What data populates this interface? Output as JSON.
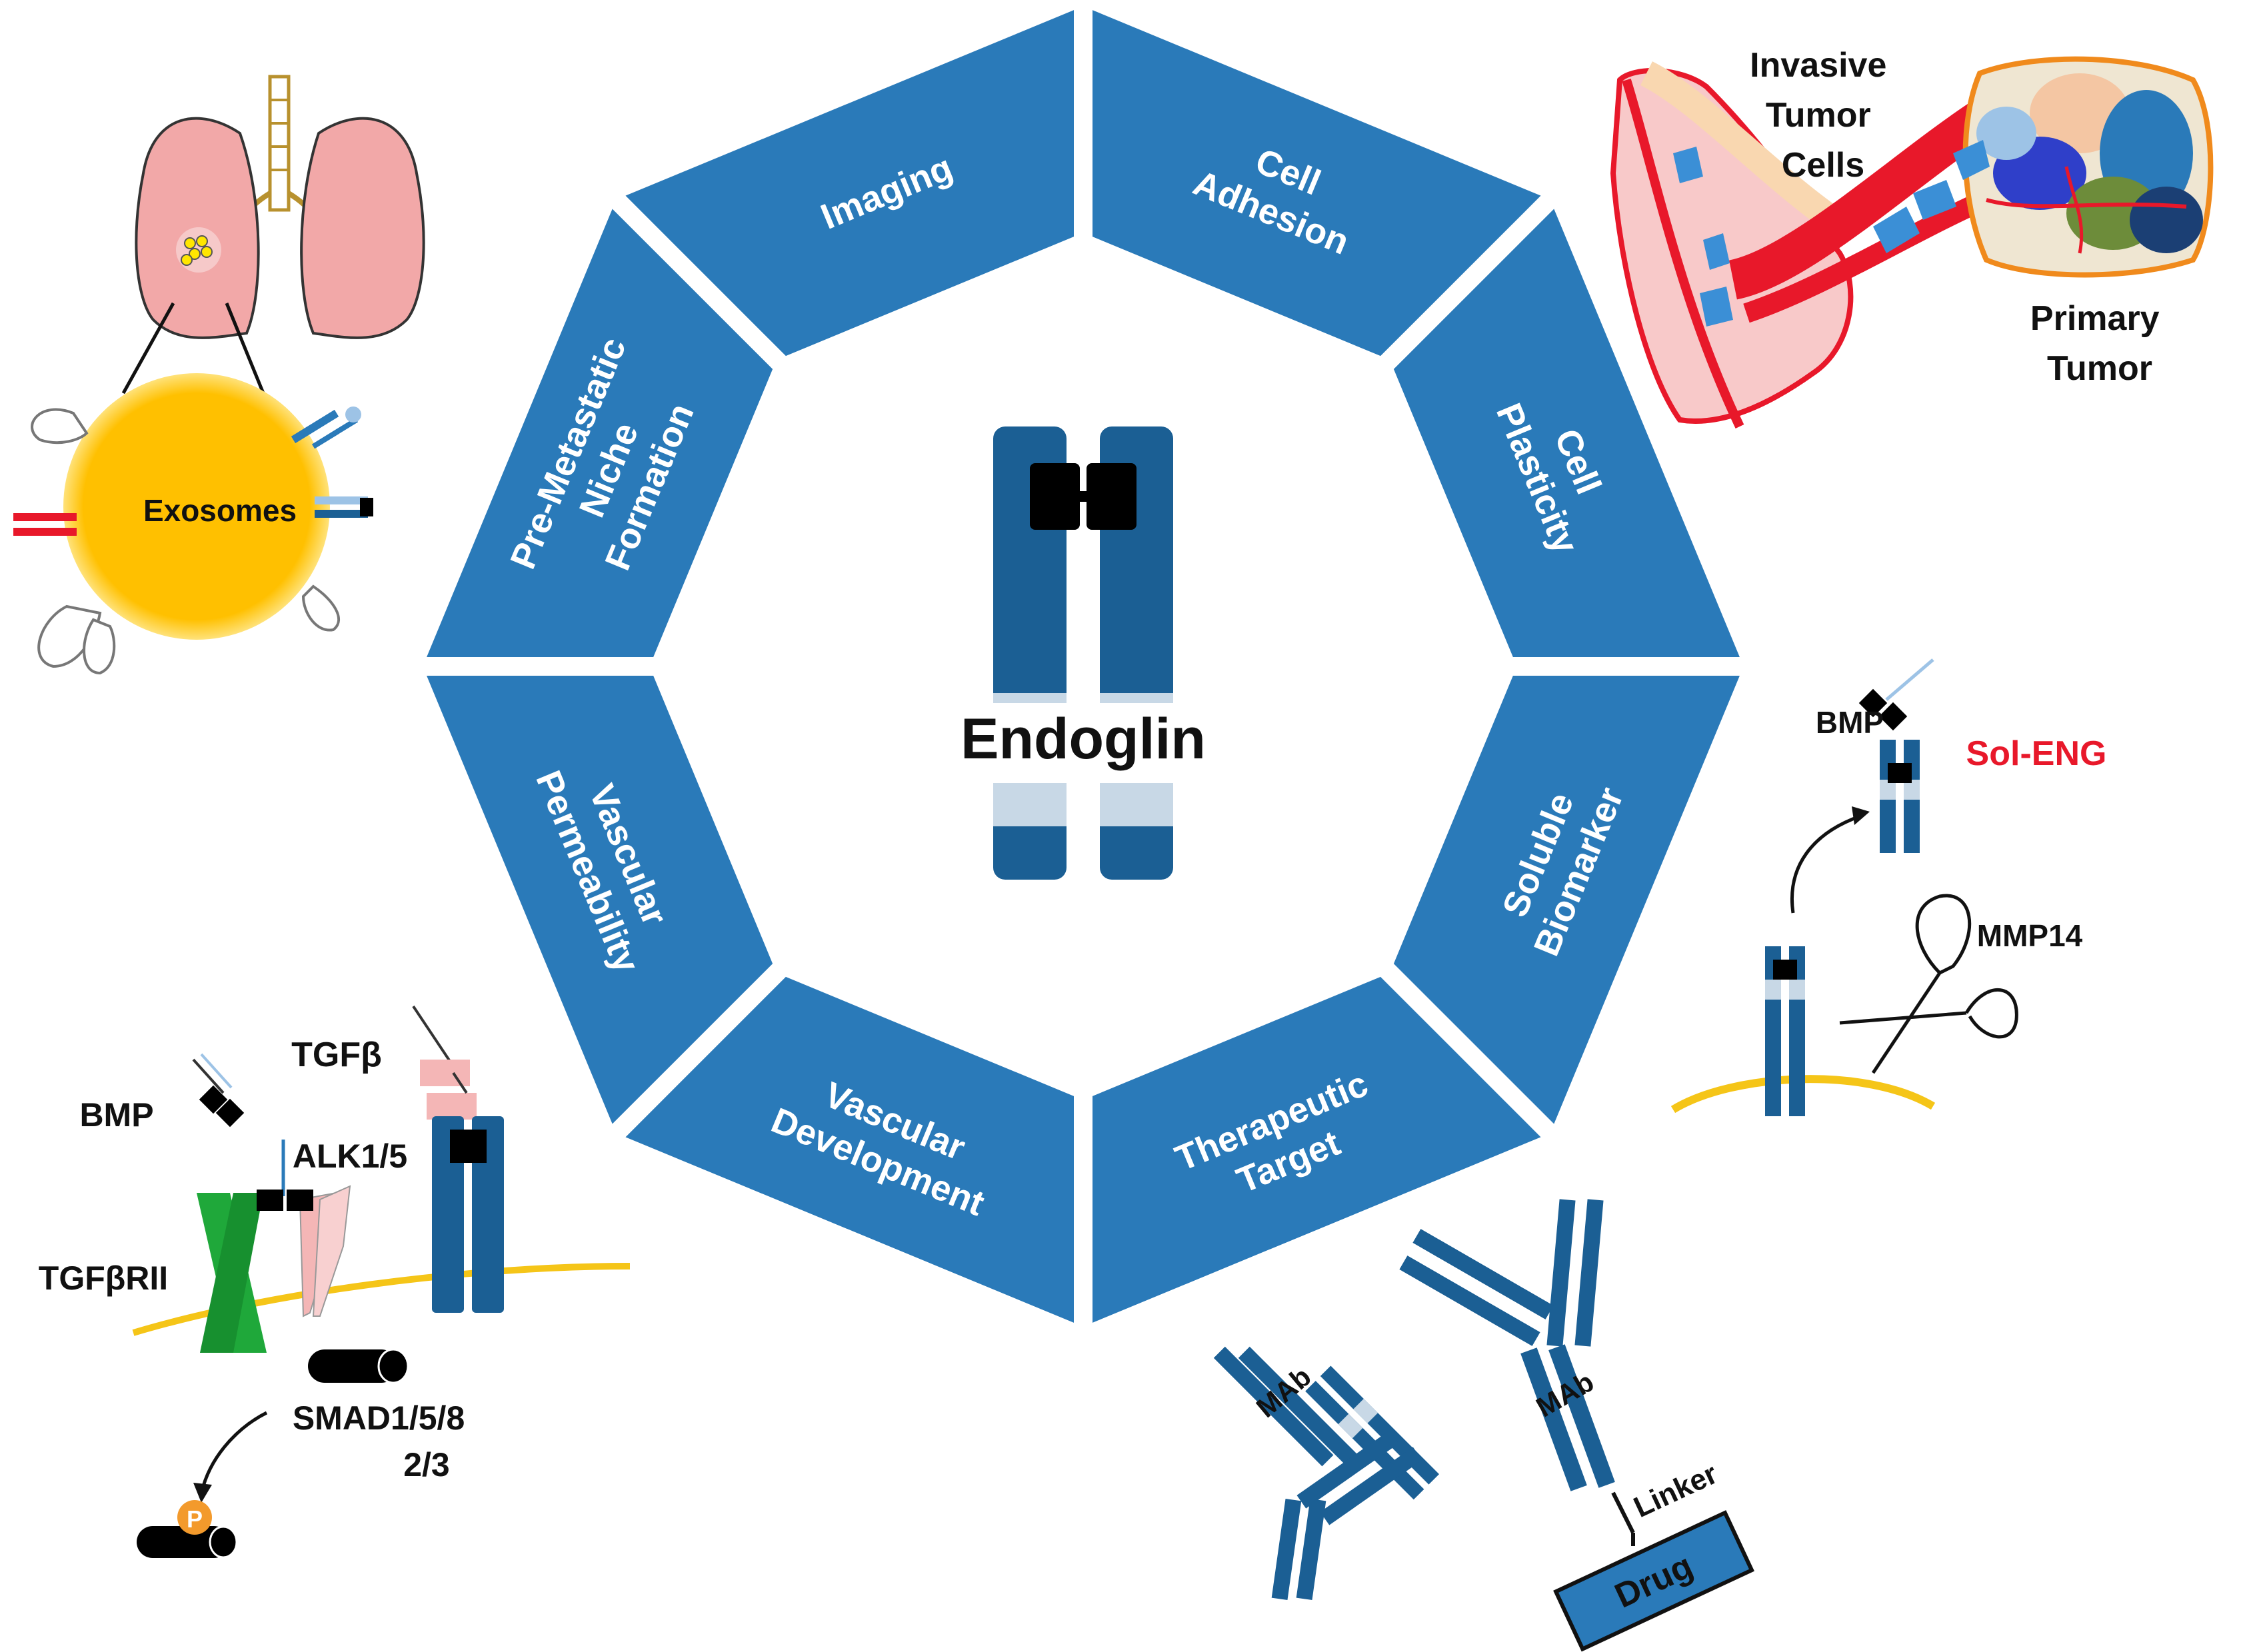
{
  "center": {
    "label": "Endoglin"
  },
  "segments": [
    {
      "lines": [
        "Cell",
        "Adhesion"
      ]
    },
    {
      "lines": [
        "Cell",
        "Plasticity"
      ]
    },
    {
      "lines": [
        "Soluble",
        "Biomarker"
      ]
    },
    {
      "lines": [
        "Therapeutic",
        "Target"
      ]
    },
    {
      "lines": [
        "Vascular",
        "Development"
      ]
    },
    {
      "lines": [
        "Vascular",
        "Permeability"
      ]
    },
    {
      "lines": [
        "Pre-Metastatic",
        "Niche",
        "Formation"
      ]
    },
    {
      "lines": [
        "Imaging"
      ]
    }
  ],
  "exosomes": {
    "label": "Exosomes"
  },
  "tumor": {
    "invasive": [
      "Invasive",
      "Tumor",
      "Cells"
    ],
    "primary": [
      "Primary",
      "Tumor"
    ]
  },
  "soluble": {
    "bmp": "BMP",
    "sol_eng": "Sol-ENG",
    "mmp": "MMP14"
  },
  "signaling": {
    "tgfb": "TGFβ",
    "bmp": "BMP",
    "alk": "ALK1/5",
    "tgfbr": "TGFβRII",
    "smad_line1": "SMAD1/5/8",
    "smad_line2": "2/3",
    "phospho": "P"
  },
  "adc": {
    "mab1": "MAb",
    "mab2": "MAb",
    "linker": "Linker",
    "drug": "Drug"
  },
  "colors": {
    "segment": "#2a7ab9",
    "receptor": "#1b5f94",
    "receptor_light": "#c8d8e6",
    "membrane": "#f5c518",
    "exosome": "#ffc000",
    "lung": "#f2a8a8",
    "alert_red": "#e8182a",
    "tgfbr_green": "#1fa83a",
    "alk_pink": "#f4b6b6"
  }
}
